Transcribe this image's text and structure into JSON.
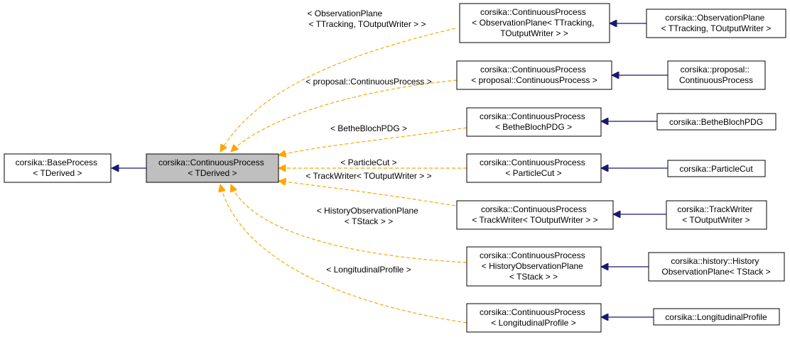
{
  "colors": {
    "inheritance_edge": "#191970",
    "template_edge": "#ffa500",
    "focus_node_fill": "#bfbfbf"
  },
  "nodes": {
    "base_process": [
      "corsika::BaseProcess",
      "< TDerived >"
    ],
    "continuous_process": [
      "corsika::ContinuousProcess",
      "< TDerived >"
    ],
    "cp_observation_plane": [
      "corsika::ContinuousProcess",
      "< ObservationPlane< TTracking,",
      "TOutputWriter > >"
    ],
    "cp_proposal": [
      "corsika::ContinuousProcess",
      "< proposal::ContinuousProcess >"
    ],
    "cp_bethe_bloch": [
      "corsika::ContinuousProcess",
      "< BetheBlochPDG >"
    ],
    "cp_particle_cut": [
      "corsika::ContinuousProcess",
      "< ParticleCut >"
    ],
    "cp_track_writer": [
      "corsika::ContinuousProcess",
      "< TrackWriter< TOutputWriter > >"
    ],
    "cp_history_observation_plane": [
      "corsika::ContinuousProcess",
      "< HistoryObservationPlane",
      "< TStack > >"
    ],
    "cp_longitudinal_profile": [
      "corsika::ContinuousProcess",
      "< LongitudinalProfile >"
    ],
    "observation_plane": [
      "corsika::ObservationPlane",
      "< TTracking, TOutputWriter >"
    ],
    "proposal_continuous_process": [
      "corsika::proposal::",
      "ContinuousProcess"
    ],
    "bethe_bloch_pdg": [
      "corsika::BetheBlochPDG"
    ],
    "particle_cut": [
      "corsika::ParticleCut"
    ],
    "track_writer": [
      "corsika::TrackWriter",
      "< TOutputWriter >"
    ],
    "history_observation_plane": [
      "corsika::history::History",
      "ObservationPlane< TStack >"
    ],
    "longitudinal_profile": [
      "corsika::LongitudinalProfile"
    ]
  },
  "edge_labels": {
    "observation_plane": [
      "< ObservationPlane",
      "< TTracking, TOutputWriter > >"
    ],
    "proposal": [
      "< proposal::ContinuousProcess >"
    ],
    "bethe_bloch": [
      "< BetheBlochPDG >"
    ],
    "particle_cut": [
      "< ParticleCut >"
    ],
    "track_writer": [
      "< TrackWriter< TOutputWriter > >"
    ],
    "history_observation_plane": [
      "< HistoryObservationPlane",
      "< TStack > >"
    ],
    "longitudinal_profile": [
      "< LongitudinalProfile >"
    ]
  }
}
